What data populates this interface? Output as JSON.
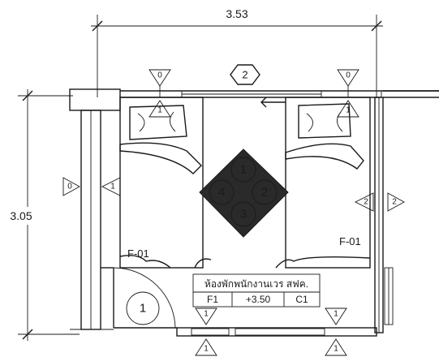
{
  "dimensions": {
    "width": "3.53",
    "height": "3.05"
  },
  "markers": {
    "room_hex": "2",
    "elev_top_left_a": "0",
    "elev_top_left_b": "1",
    "elev_top_right_a": "0",
    "elev_top_right_b": "1",
    "elev_left_a": "0",
    "elev_left_b": "1",
    "elev_right_a": "2",
    "elev_right_b": "2",
    "elev_bottom_a": "1",
    "elev_bottom_b": "1",
    "elev_bottom_c": "1",
    "elev_bottom_d": "1",
    "door_circle": "1"
  },
  "diamond": {
    "top": "1",
    "left": "4",
    "right": "2",
    "bottom": "3"
  },
  "furniture": {
    "left_label": "F-01",
    "right_label": "F-01"
  },
  "room_tag": {
    "name": "ห้องพักพนักงานเวร สฟค.",
    "floor": "F1",
    "level": "+3.50",
    "ceiling": "C1"
  },
  "colors": {
    "ink": "#1a1a1a",
    "wall_fill": "#e6e6e6",
    "diamond": "#2a2a2a"
  }
}
